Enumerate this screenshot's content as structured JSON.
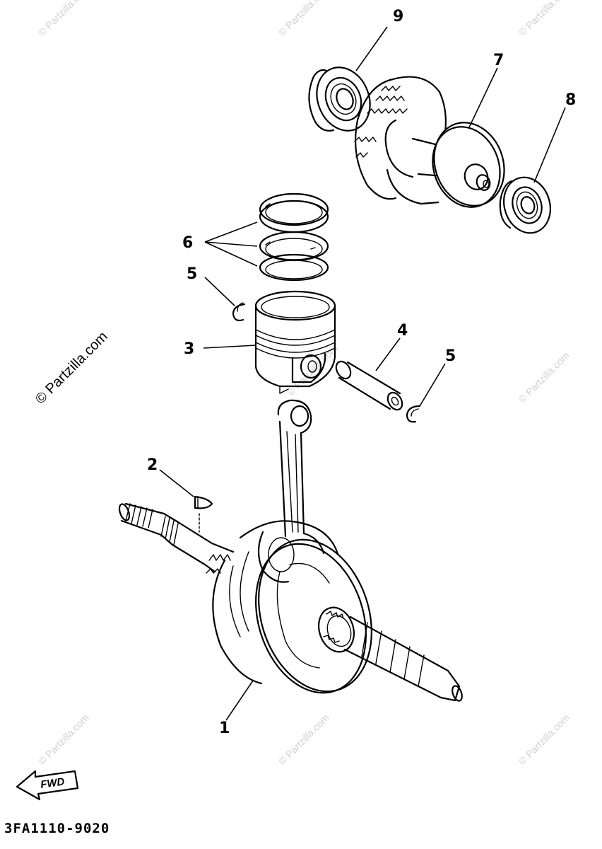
{
  "watermark": "© Partzilla.com",
  "callouts": {
    "c1": "1",
    "c2": "2",
    "c3": "3",
    "c4": "4",
    "c5a": "5",
    "c5b": "5",
    "c6": "6",
    "c7": "7",
    "c8": "8",
    "c9": "9"
  },
  "fwd_label": "FWD",
  "ref_code": "3FA1110-9020"
}
